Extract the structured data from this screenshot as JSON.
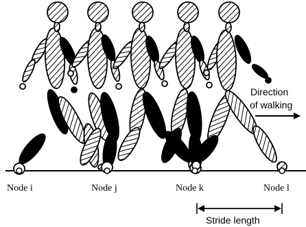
{
  "nodes": [
    {
      "label": "Node i"
    },
    {
      "label": "Node j"
    },
    {
      "label": "Node k"
    },
    {
      "label": "Node l"
    }
  ],
  "annotations": {
    "direction_line1": "Direction",
    "direction_line2": "of walking",
    "stride": "Stride length"
  },
  "colors": {
    "ink": "#000000",
    "background": "#ffffff"
  }
}
